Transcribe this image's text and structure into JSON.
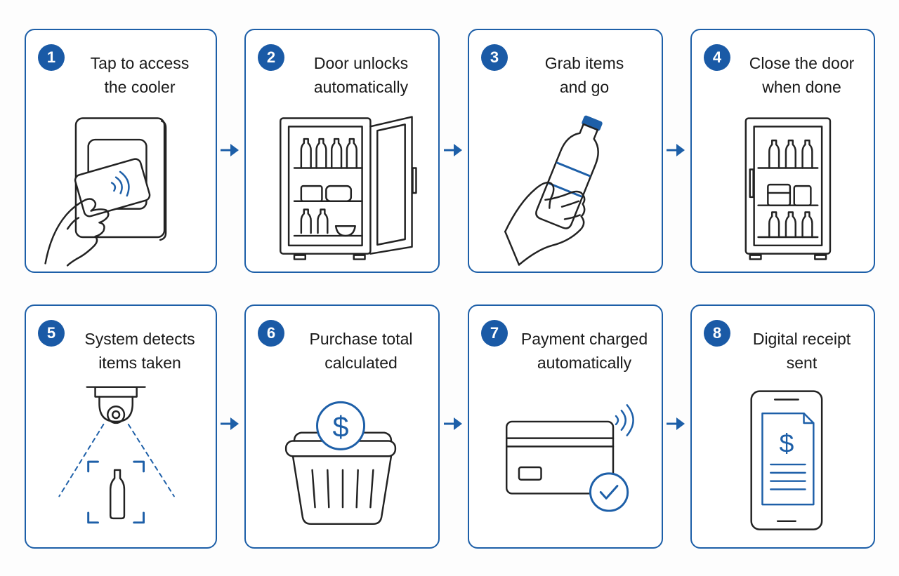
{
  "accent_color": "#1a5aa6",
  "steps": [
    {
      "number": "1",
      "title": "Tap to access\nthe cooler",
      "icon": "tap-card-reader-icon"
    },
    {
      "number": "2",
      "title": "Door unlocks\nautomatically",
      "icon": "open-cooler-icon"
    },
    {
      "number": "3",
      "title": "Grab items\nand go",
      "icon": "hand-holding-bottle-icon"
    },
    {
      "number": "4",
      "title": "Close the door\nwhen done",
      "icon": "closed-cooler-icon"
    },
    {
      "number": "5",
      "title": "System detects\nitems taken",
      "icon": "camera-detection-icon"
    },
    {
      "number": "6",
      "title": "Purchase total\ncalculated",
      "icon": "basket-dollar-icon"
    },
    {
      "number": "7",
      "title": "Payment charged\nautomatically",
      "icon": "card-payment-check-icon"
    },
    {
      "number": "8",
      "title": "Digital receipt\nsent",
      "icon": "phone-receipt-icon"
    }
  ]
}
